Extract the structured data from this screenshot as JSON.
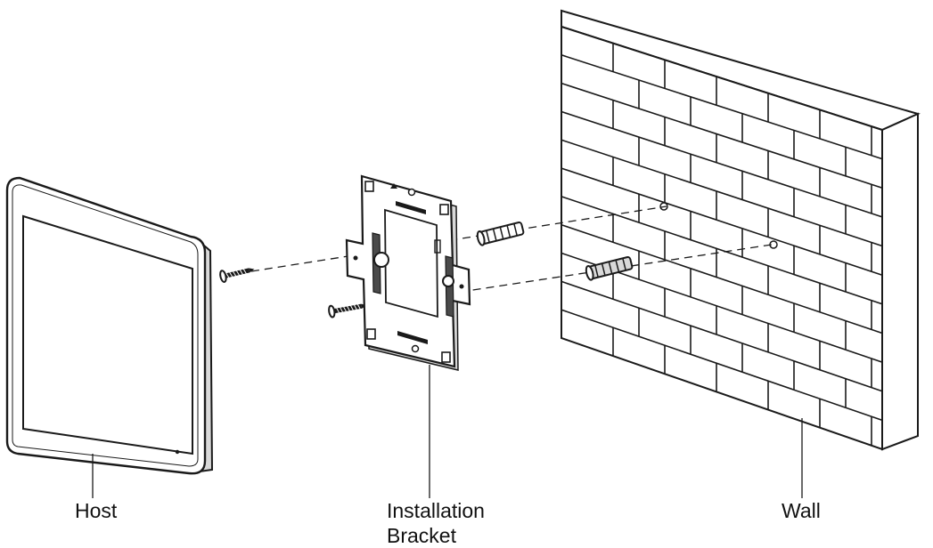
{
  "labels": {
    "host": "Host",
    "bracket_line1": "Installation",
    "bracket_line2": "Bracket",
    "wall": "Wall"
  },
  "colors": {
    "line": "#1a1a1a",
    "fill": "#ffffff",
    "shade": "#d9d9d9",
    "dark": "#4a4a4a"
  }
}
